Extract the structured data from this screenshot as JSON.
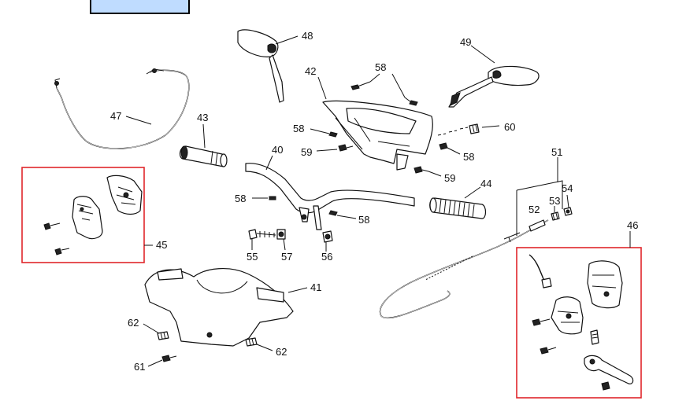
{
  "tab_header": {
    "fill_color": "#bfdcff"
  },
  "highlight_color": "#e0262b",
  "labels": {
    "p40": "40",
    "p41": "41",
    "p42": "42",
    "p43": "43",
    "p44": "44",
    "p45": "45",
    "p46": "46",
    "p47": "47",
    "p48": "48",
    "p49": "49",
    "p51": "51",
    "p52": "52",
    "p53": "53",
    "p54": "54",
    "p55": "55",
    "p56": "56",
    "p57": "57",
    "p58a": "58",
    "p58b": "58",
    "p58c": "58",
    "p58d": "58",
    "p58e": "58",
    "p59a": "59",
    "p59b": "59",
    "p60": "60",
    "p61": "61",
    "p62a": "62",
    "p62b": "62"
  }
}
